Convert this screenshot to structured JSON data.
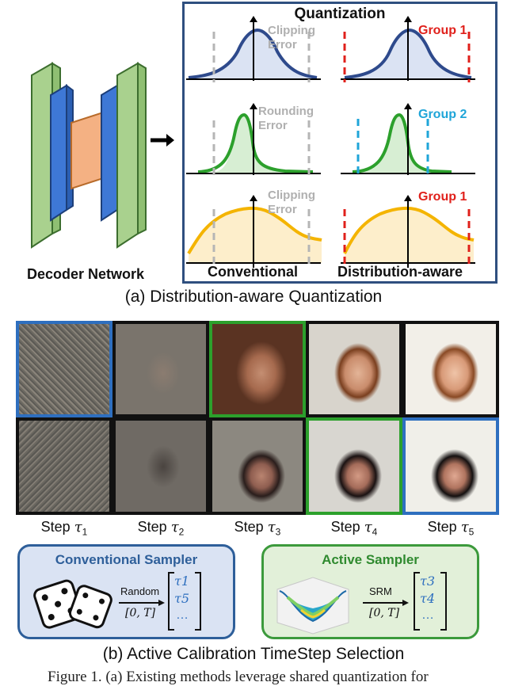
{
  "panel_a": {
    "decoder_label": "Decoder Network",
    "quantization_title": "Quantization",
    "left_notes": [
      "Clipping Error",
      "Rounding Error",
      "Clipping Error"
    ],
    "right_groups": [
      "Group 1",
      "Group 2",
      "Group 1"
    ],
    "left_footer": "Conventional",
    "right_footer": "Distribution-aware",
    "caption": "(a) Distribution-aware Quantization",
    "colors": {
      "blue_curve": "#2e4a8c",
      "green_curve": "#2ca02c",
      "yellow_curve": "#f4b400",
      "group1": "#e0201b",
      "group2": "#1fa5d8",
      "clip_gray": "#b5b5b5"
    }
  },
  "panel_b": {
    "steps": [
      {
        "label": "Step ",
        "sym": "τ",
        "sub": "1"
      },
      {
        "label": "Step ",
        "sym": "τ",
        "sub": "2"
      },
      {
        "label": "Step ",
        "sym": "τ",
        "sub": "3"
      },
      {
        "label": "Step ",
        "sym": "τ",
        "sub": "4"
      },
      {
        "label": "Step ",
        "sym": "τ",
        "sub": "5"
      }
    ],
    "conventional": {
      "title": "Conventional Sampler",
      "arrow_label": "Random",
      "range": "[0, T]",
      "picks": [
        "τ1",
        "τ5",
        "…"
      ]
    },
    "active": {
      "title": "Active Sampler",
      "arrow_label": "SRM",
      "range": "[0, T]",
      "picks": [
        "τ3",
        "τ4",
        "…"
      ]
    },
    "caption": "(b) Active Calibration TimeStep Selection"
  },
  "footer_text": "Figure 1. (a) Existing methods leverage shared quantization for"
}
